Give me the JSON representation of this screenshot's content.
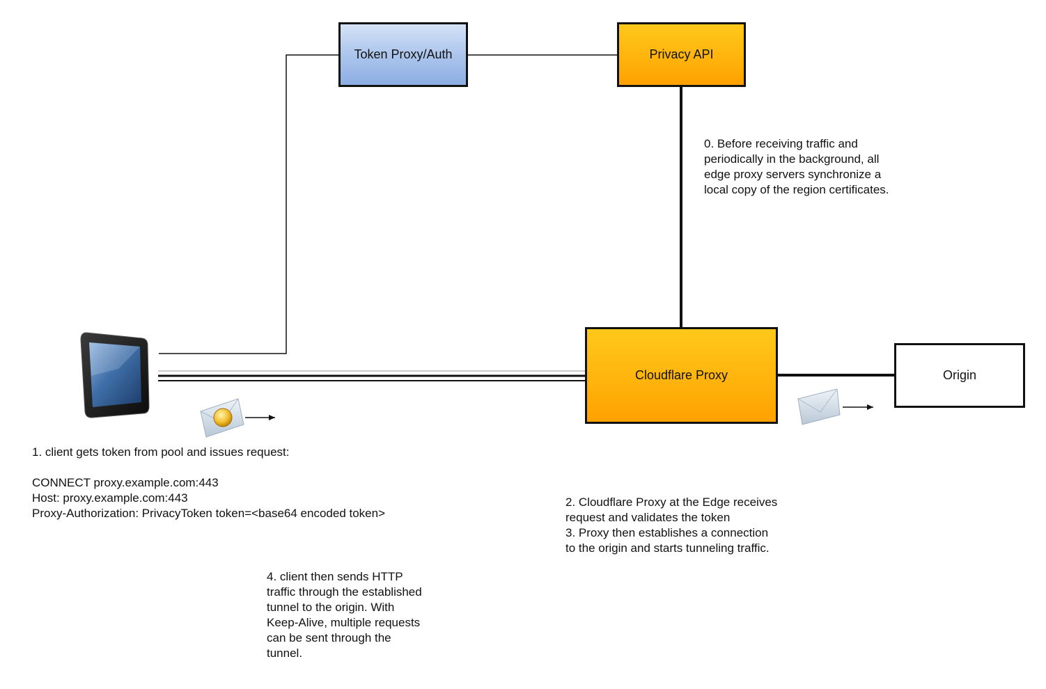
{
  "nodes": {
    "token_proxy": "Token Proxy/Auth",
    "privacy_api": "Privacy API",
    "cloudflare_proxy": "Cloudflare Proxy",
    "origin": "Origin"
  },
  "notes": {
    "step0": "0. Before receiving traffic and\nperiodically in the background, all\nedge proxy servers synchronize a\nlocal copy of the region certificates.",
    "step1": "1. client gets token from pool and issues request:\n\nCONNECT proxy.example.com:443\nHost: proxy.example.com:443\nProxy-Authorization: PrivacyToken token=<base64 encoded token>",
    "step2_3": "2. Cloudflare Proxy at the Edge receives\nrequest and validates the token\n3. Proxy then establishes a connection\nto the origin and starts tunneling traffic.",
    "step4": "4. client then sends HTTP\ntraffic through the established\ntunnel to the origin.  With\nKeep-Alive, multiple requests\ncan be sent through the\ntunnel."
  },
  "icons": {
    "client_device": "tablet-icon",
    "signed_message": "sealed-envelope-icon",
    "plain_message": "envelope-icon",
    "direction": "arrow-right-icon"
  },
  "colors": {
    "token_box": "#a9c3ec",
    "privacy_box": "#ffb40c",
    "proxy_box": "#ffb40c",
    "origin_box": "#ffffff",
    "line": "#111111"
  }
}
